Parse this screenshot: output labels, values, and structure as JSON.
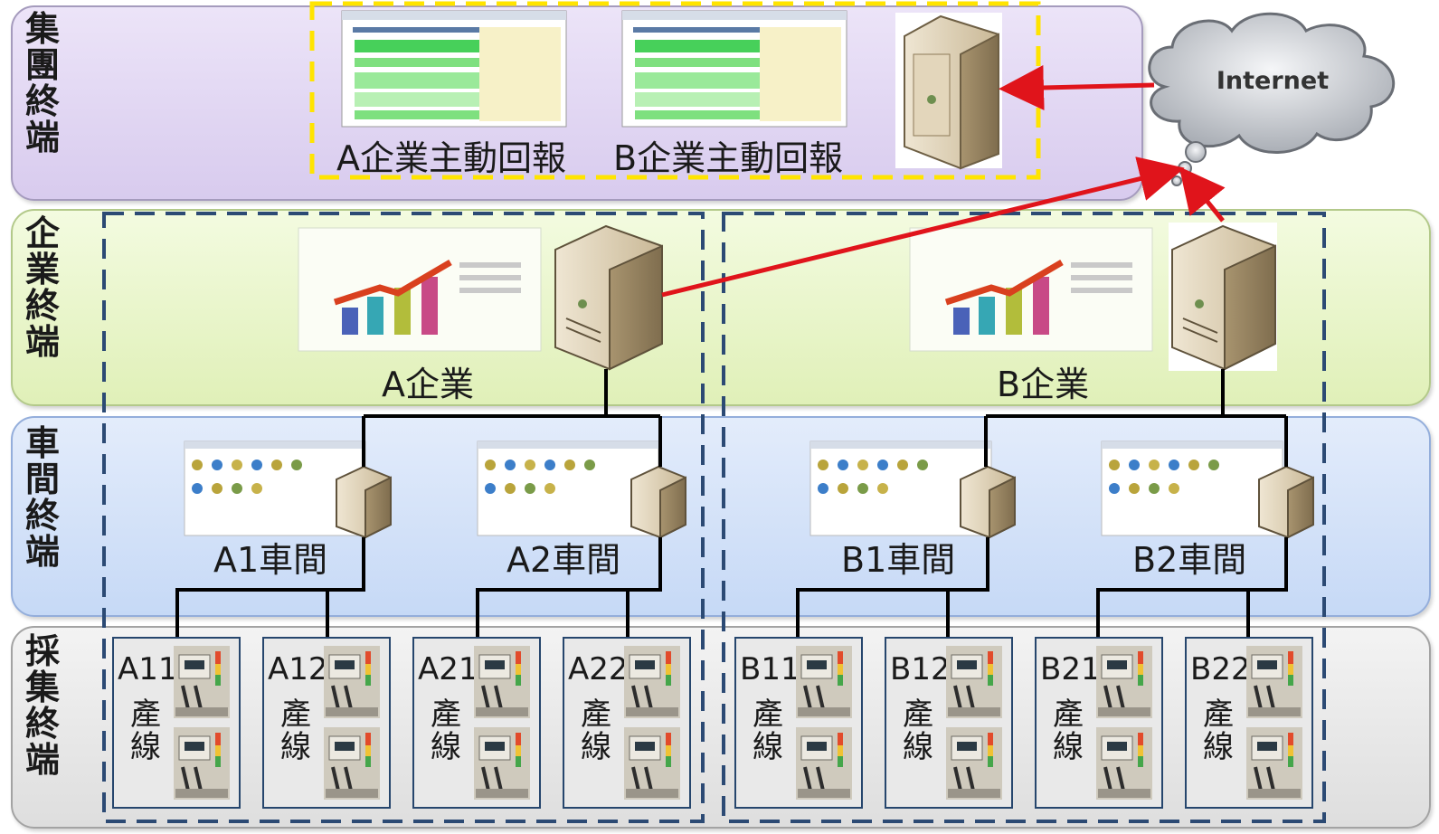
{
  "tiers": {
    "group": "集\n團\n終\n端",
    "enterprise": "企\n業\n終\n端",
    "workshop": "車\n間\n終\n端",
    "collection": "採\n集\n終\n端"
  },
  "group": {
    "report_a": "A企業主動回報",
    "report_b": "B企業主動回報",
    "cloud": "Internet"
  },
  "enterprise": {
    "a_label": "A企業",
    "b_label": "B企業",
    "app_title": "信息自动化系统",
    "app_subtitle": "Ruian - Information Automation Work plat"
  },
  "workshops": [
    "A1車間",
    "A2車間",
    "B1車間",
    "B2車間"
  ],
  "lines": [
    {
      "id": "A11",
      "text": "產\n線"
    },
    {
      "id": "A12",
      "text": "產\n線"
    },
    {
      "id": "A21",
      "text": "產\n線"
    },
    {
      "id": "A22",
      "text": "產\n線"
    },
    {
      "id": "B11",
      "text": "產\n線"
    },
    {
      "id": "B12",
      "text": "產\n線"
    },
    {
      "id": "B21",
      "text": "產\n線"
    },
    {
      "id": "B22",
      "text": "產\n線"
    }
  ],
  "colors": {
    "arrow": "#e0141b",
    "connector": "#000000",
    "dashed_blue": "#2c4a74",
    "dashed_yellow": "#ffe400"
  },
  "icons": [
    "server-icon",
    "cloud-icon",
    "sensor-device-icon",
    "screenshot-icon",
    "bar-chart-icon"
  ]
}
